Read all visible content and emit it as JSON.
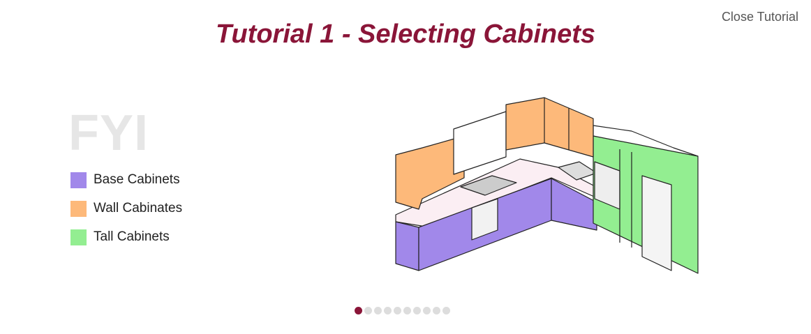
{
  "header": {
    "close_label": "Close Tutorial",
    "title": "Tutorial 1 - Selecting Cabinets"
  },
  "fyi": {
    "heading": "FYI"
  },
  "legend": [
    {
      "label": "Base Cabinets",
      "color": "#a188ea"
    },
    {
      "label": "Wall Cabinates",
      "color": "#fdb97a"
    },
    {
      "label": "Tall Cabinets",
      "color": "#93ee91"
    }
  ],
  "pagination": {
    "total": 10,
    "current": 1
  }
}
